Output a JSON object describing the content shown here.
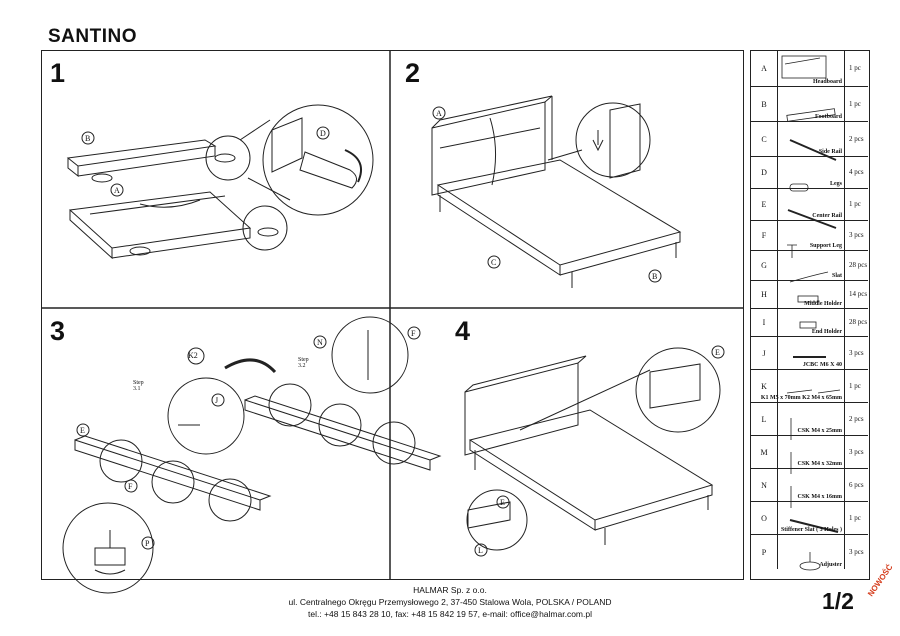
{
  "document": {
    "title": "SANTINO",
    "page_number": "1/2",
    "badge": "NOWOŚĆ"
  },
  "steps": [
    {
      "number": "1",
      "callouts": [
        "B",
        "A",
        "D"
      ]
    },
    {
      "number": "2",
      "callouts": [
        "A",
        "C",
        "B"
      ]
    },
    {
      "number": "3",
      "callouts": [
        "K2",
        "J",
        "E",
        "F",
        "P",
        "N",
        "F"
      ],
      "step_labels": [
        "Step 3.1",
        "Step 3.2"
      ]
    },
    {
      "number": "4",
      "callouts": [
        "E",
        "E",
        "L"
      ]
    }
  ],
  "parts": [
    {
      "letter": "A",
      "name": "Headboard",
      "qty": "1 pc"
    },
    {
      "letter": "B",
      "name": "Footboard",
      "qty": "1 pc"
    },
    {
      "letter": "C",
      "name": "Side Rail",
      "qty": "2 pcs"
    },
    {
      "letter": "D",
      "name": "Legs",
      "qty": "4 pcs"
    },
    {
      "letter": "E",
      "name": "Center Rail",
      "qty": "1 pc"
    },
    {
      "letter": "F",
      "name": "Support Leg",
      "qty": "3 pcs"
    },
    {
      "letter": "G",
      "name": "Slat",
      "qty": "28 pcs"
    },
    {
      "letter": "H",
      "name": "Middle Holder",
      "qty": "14 pcs"
    },
    {
      "letter": "I",
      "name": "End Holder",
      "qty": "28 pcs"
    },
    {
      "letter": "J",
      "name": "JCBC M6 X 40",
      "qty": "3 pcs"
    },
    {
      "letter": "K",
      "name": "K1 M5 x 70mm   K2 M4 x 65mm",
      "qty": "1 pc"
    },
    {
      "letter": "L",
      "name": "CSK M4 x 25mm",
      "qty": "2 pcs"
    },
    {
      "letter": "M",
      "name": "CSK M4 x 32mm",
      "qty": "3 pcs"
    },
    {
      "letter": "N",
      "name": "CSK M4 x 16mm",
      "qty": "6 pcs"
    },
    {
      "letter": "O",
      "name": "Stiffener Slat ( 3 Holes )",
      "qty": "1 pc"
    },
    {
      "letter": "P",
      "name": "Adjuster",
      "qty": "3 pcs"
    }
  ],
  "footer": {
    "company": "HALMAR Sp. z o.o.",
    "address": "ul. Centralnego Okręgu Przemysłowego 2, 37-450 Stalowa Wola, POLSKA / POLAND",
    "contact": "tel.: +48 15 843 28 10, fax: +48 15 842 19 57, e-mail: office@halmar.com.pl"
  }
}
